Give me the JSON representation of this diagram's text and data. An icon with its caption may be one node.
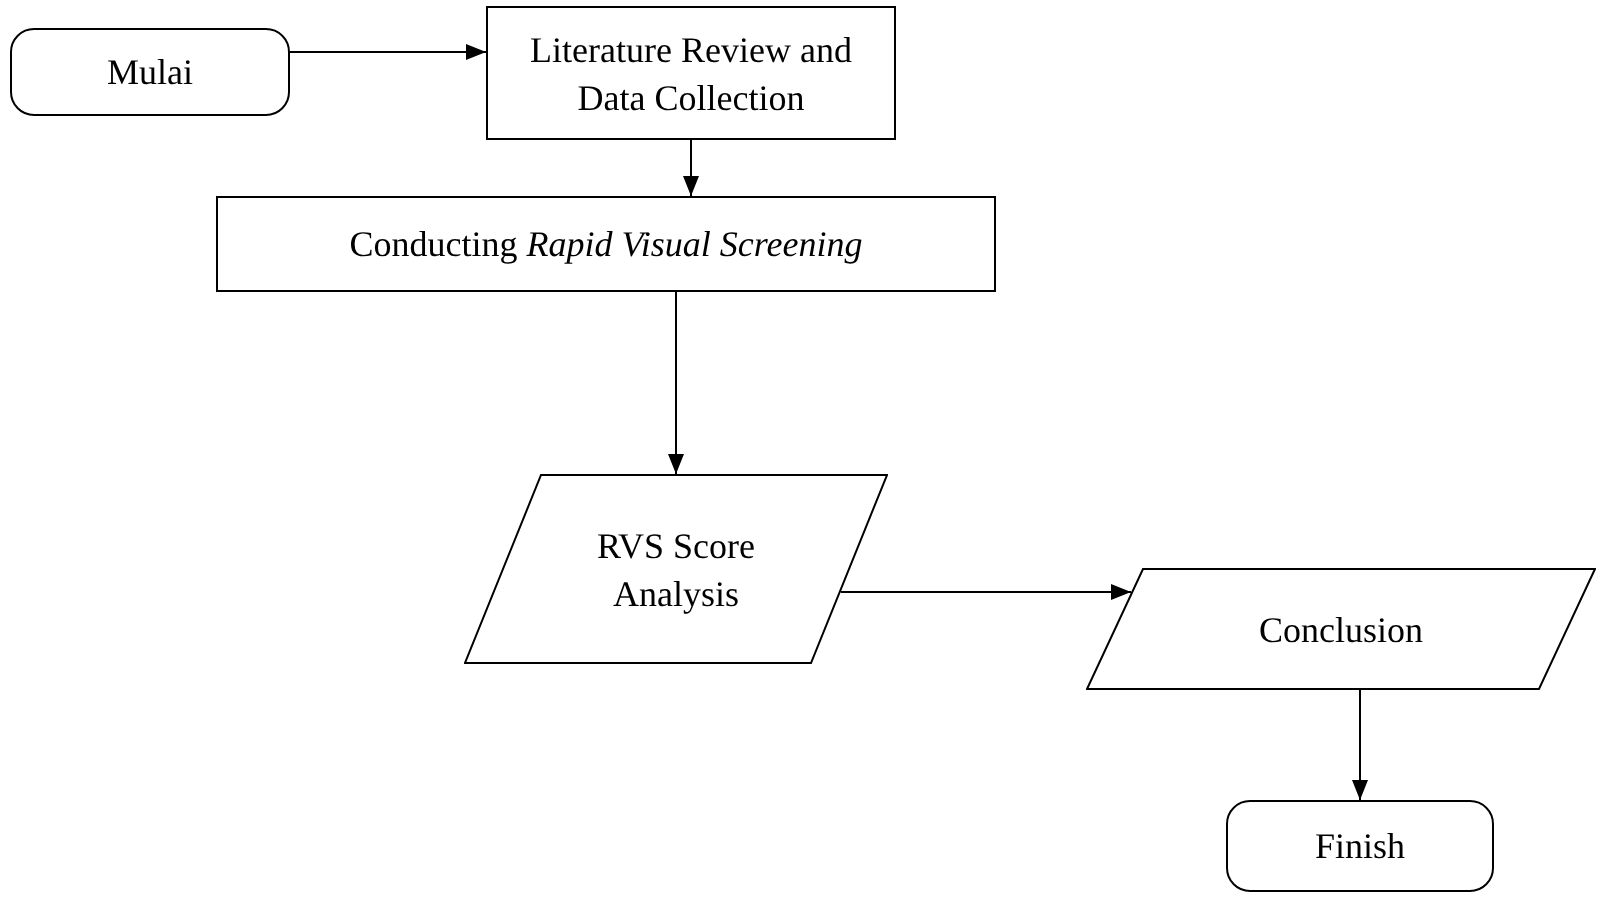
{
  "diagram": {
    "nodes": [
      {
        "text": [
          "Mulai"
        ]
      },
      {
        "text": [
          "Literature Review and Data Collection"
        ]
      },
      {
        "text": [
          "Conducting *Rapid Visual Screening*"
        ]
      },
      {
        "text": [
          "RVS Score Analysis"
        ]
      },
      {
        "text": [
          "Conclusion"
        ]
      },
      {
        "text": [
          "Finish"
        ]
      }
    ],
    "edges": [
      {
        "from": 0,
        "to": 1,
        "arrow": "to"
      },
      {
        "from": 1,
        "to": 2,
        "arrow": "to"
      },
      {
        "from": 2,
        "to": 3,
        "arrow": "to"
      },
      {
        "from": 3,
        "to": 4,
        "arrow": "to"
      },
      {
        "from": 4,
        "to": 5,
        "arrow": "to"
      }
    ]
  }
}
